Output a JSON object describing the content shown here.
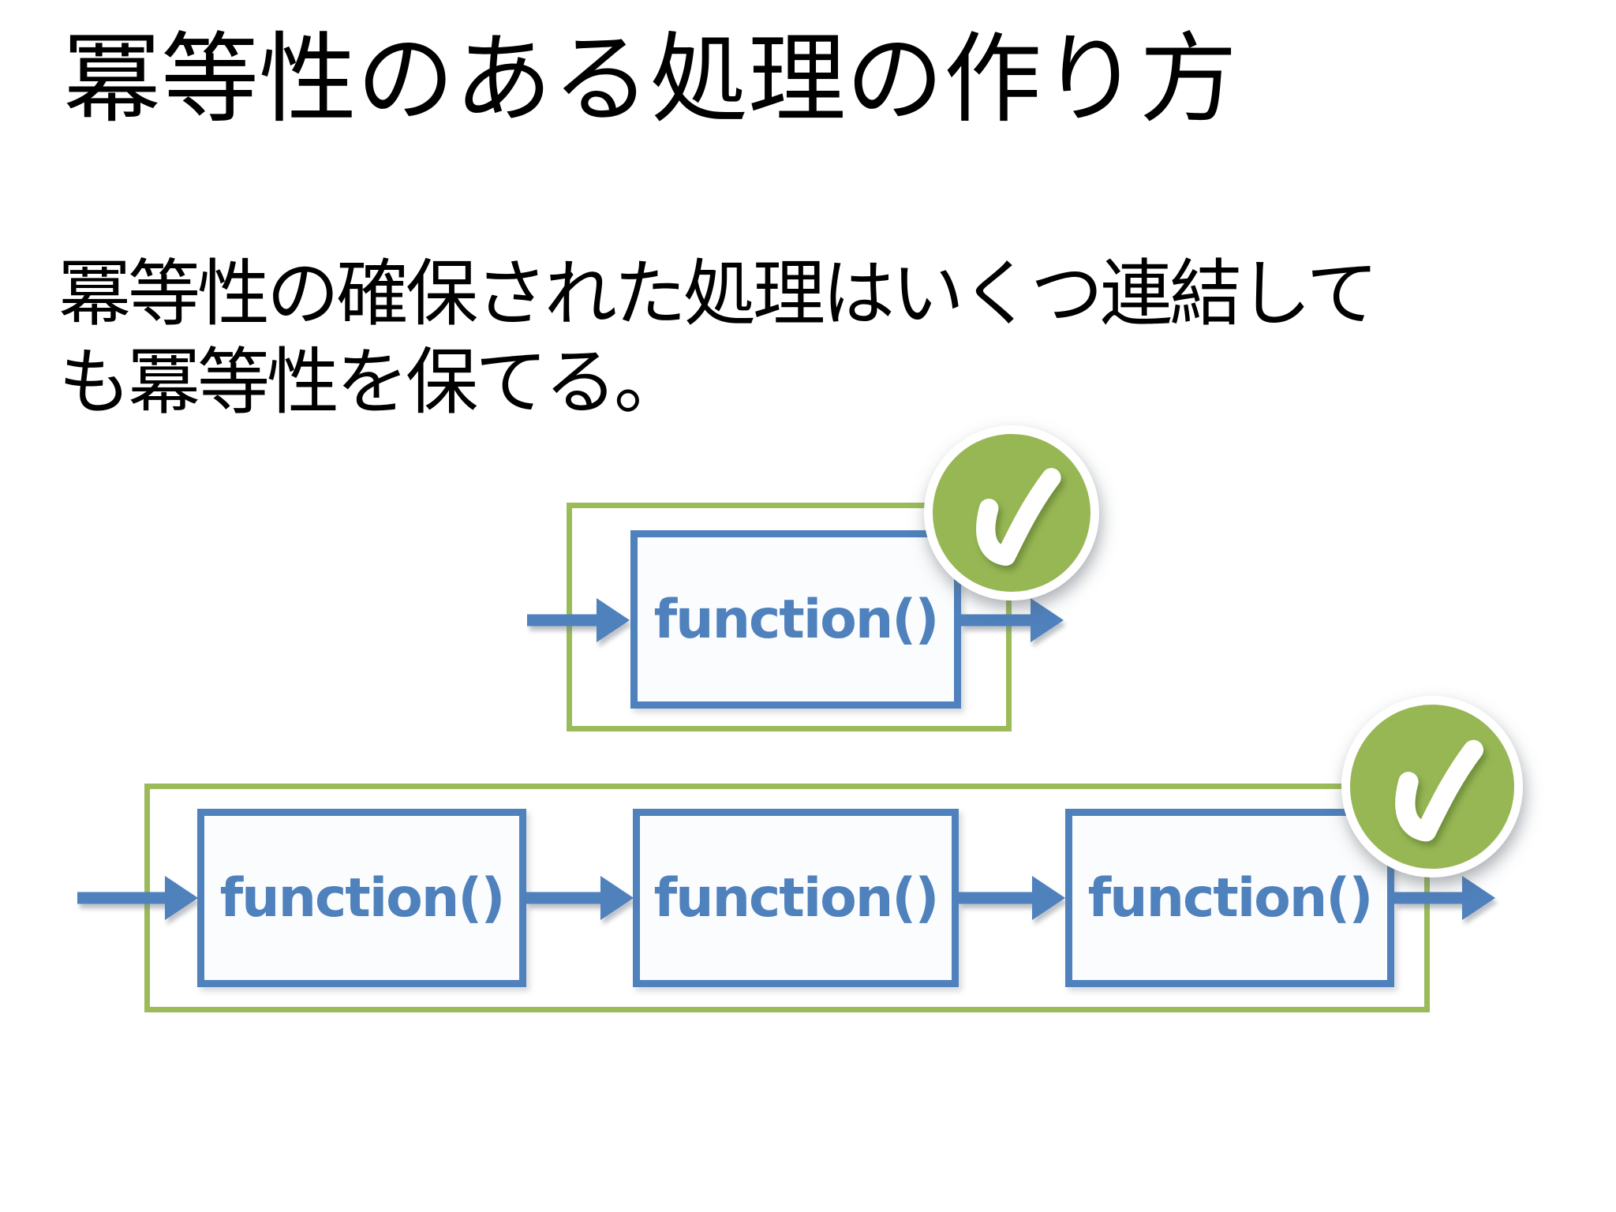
{
  "slide": {
    "title": "冪等性のある処理の作り方",
    "body": {
      "line1": "冪等性の確保された処理はいくつ連結して",
      "line2": "も冪等性を保てる。"
    }
  },
  "diagrams": {
    "single": {
      "function_label": "function()",
      "status_icon": "check-circle"
    },
    "chain": {
      "boxes": [
        {
          "label": "function()"
        },
        {
          "label": "function()"
        },
        {
          "label": "function()"
        }
      ],
      "status_icon": "check-circle"
    }
  },
  "colors": {
    "accent_blue": "#4f81bd",
    "accent_green": "#9bbb59",
    "check_green": "#97b754",
    "text_color": "#000000",
    "bg": "#ffffff"
  }
}
